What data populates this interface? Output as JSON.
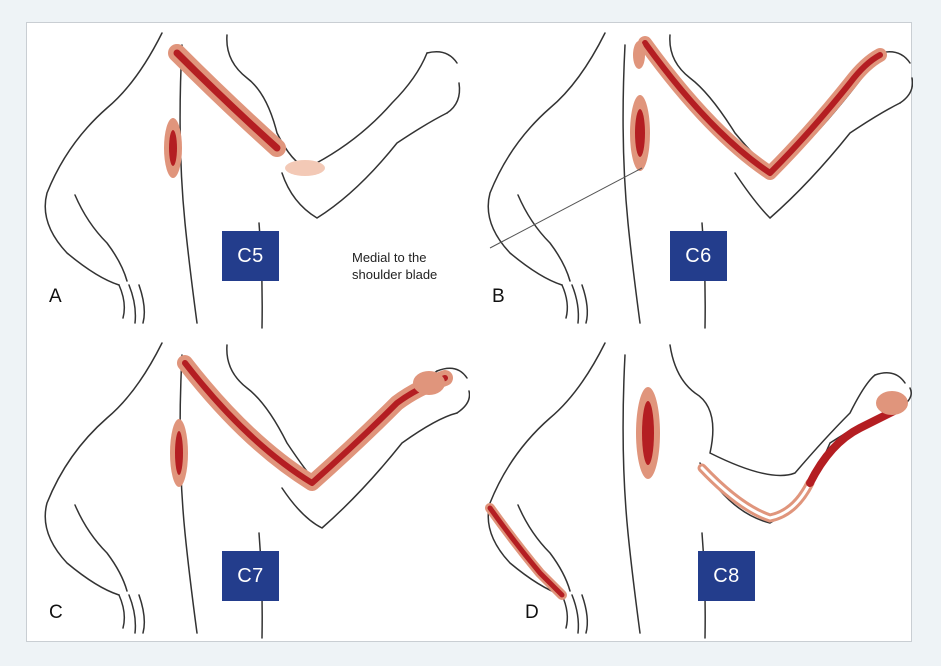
{
  "panels": [
    {
      "letter": "A",
      "nerve": "C5"
    },
    {
      "letter": "B",
      "nerve": "C6",
      "callout": [
        "Medial to the",
        "shoulder blade"
      ]
    },
    {
      "letter": "C",
      "nerve": "C7"
    },
    {
      "letter": "D",
      "nerve": "C8"
    }
  ],
  "colors": {
    "badge": "#233d8c",
    "pain_dark": "#b41e22",
    "pain_light": "#e0957c",
    "pain_pale": "#f3c9b6",
    "outline": "#333333"
  }
}
